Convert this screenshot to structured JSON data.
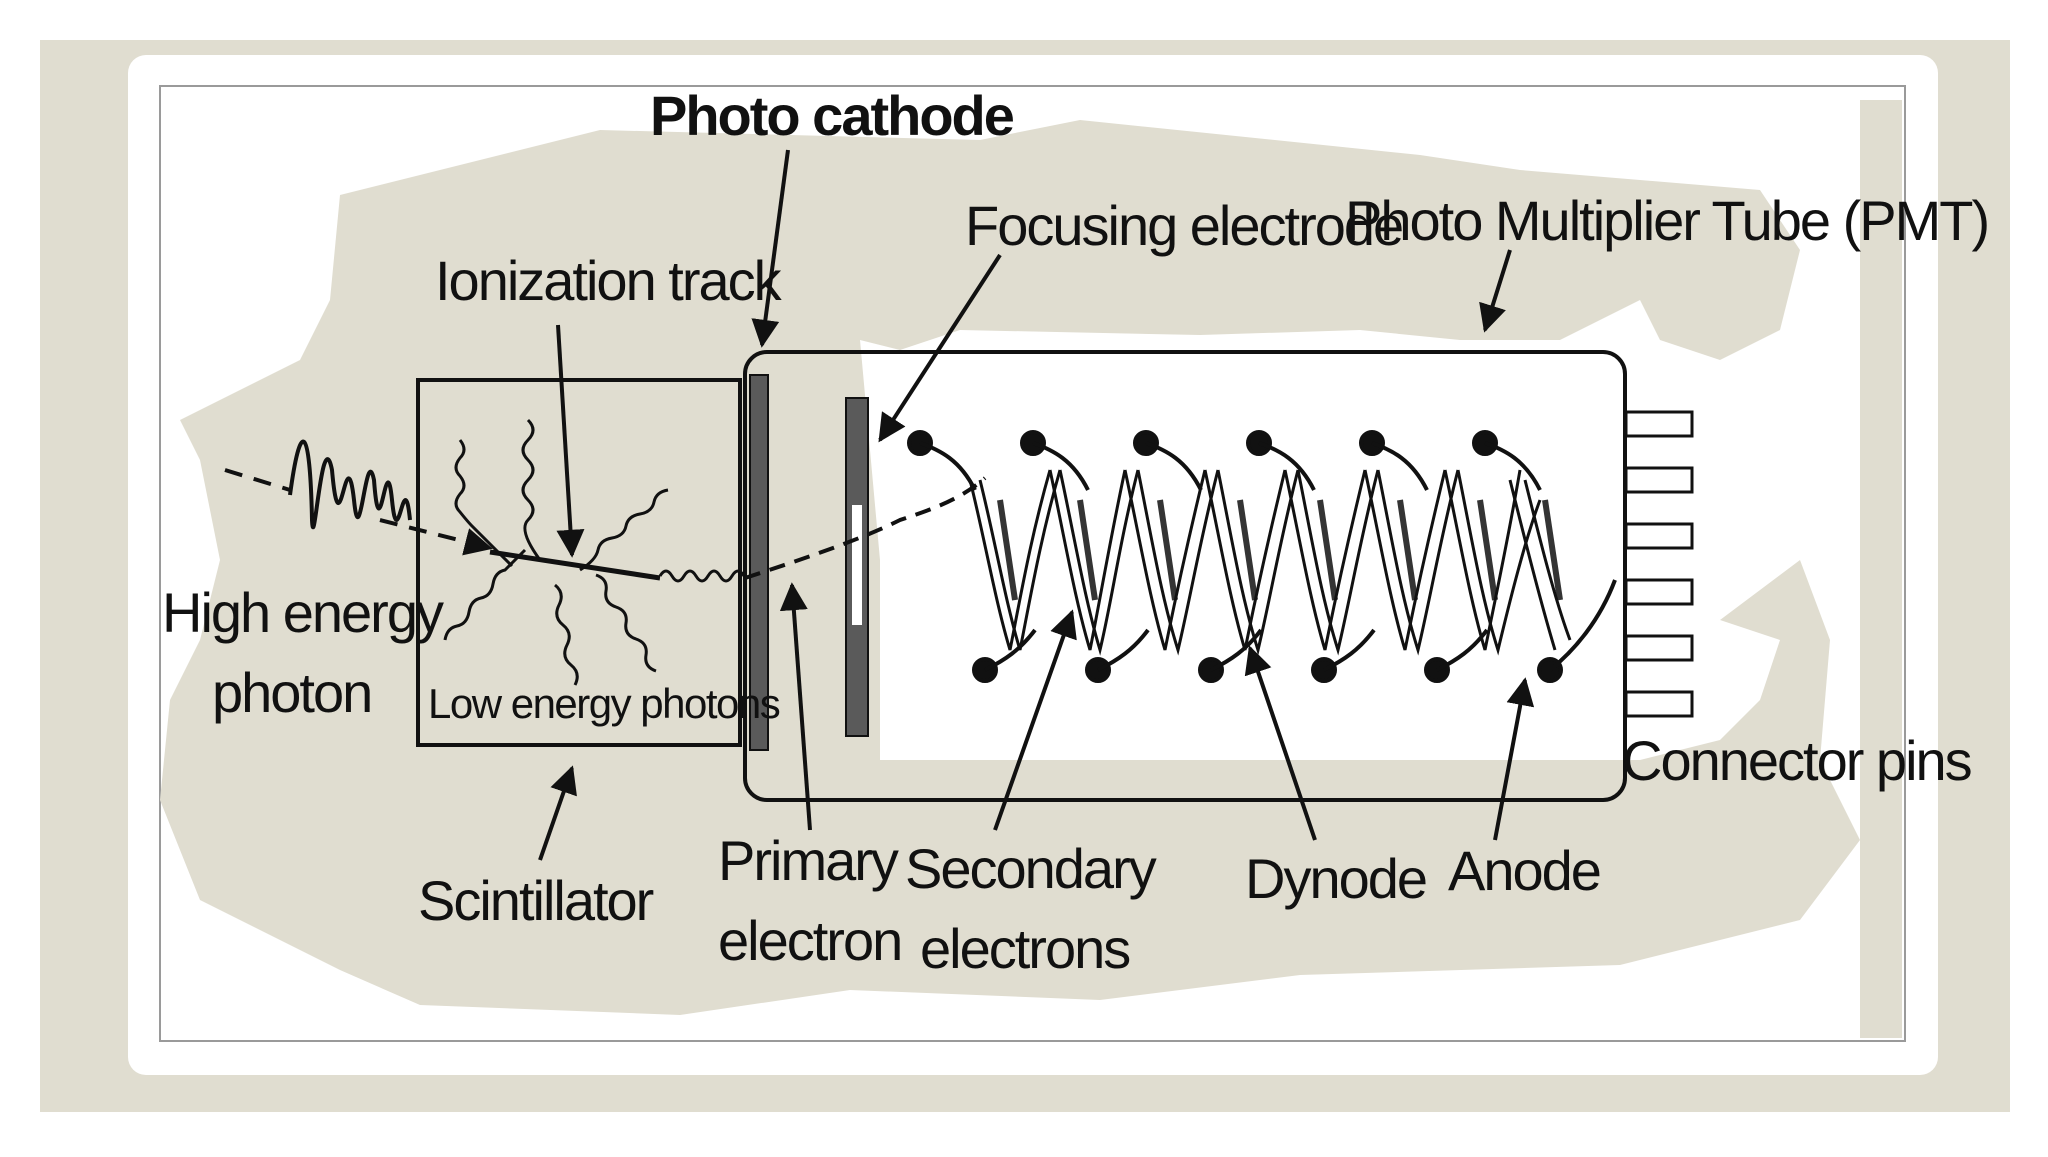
{
  "diagram": {
    "labels": {
      "photo_cathode": "Photo cathode",
      "focusing_electrode": "Focusing electrode",
      "pmt": "Photo Multiplier Tube (PMT)",
      "ionization_track": "Ionization track",
      "high_energy_photon_line1": "High energy",
      "high_energy_photon_line2": "photon",
      "low_energy_photons": "Low energy photons",
      "scintillator": "Scintillator",
      "primary_electron_line1": "Primary",
      "primary_electron_line2": "electron",
      "secondary_electrons_line1": "Secondary",
      "secondary_electrons_line2": "electrons",
      "dynode": "Dynode",
      "anode": "Anode",
      "connector_pins": "Connector pins"
    },
    "colors": {
      "page_background": "#ffffff",
      "frame_background": "#e0ddd0",
      "card_background": "#ffffff",
      "ink": "#111111",
      "electrode_fill": "#5a5a5a"
    }
  }
}
